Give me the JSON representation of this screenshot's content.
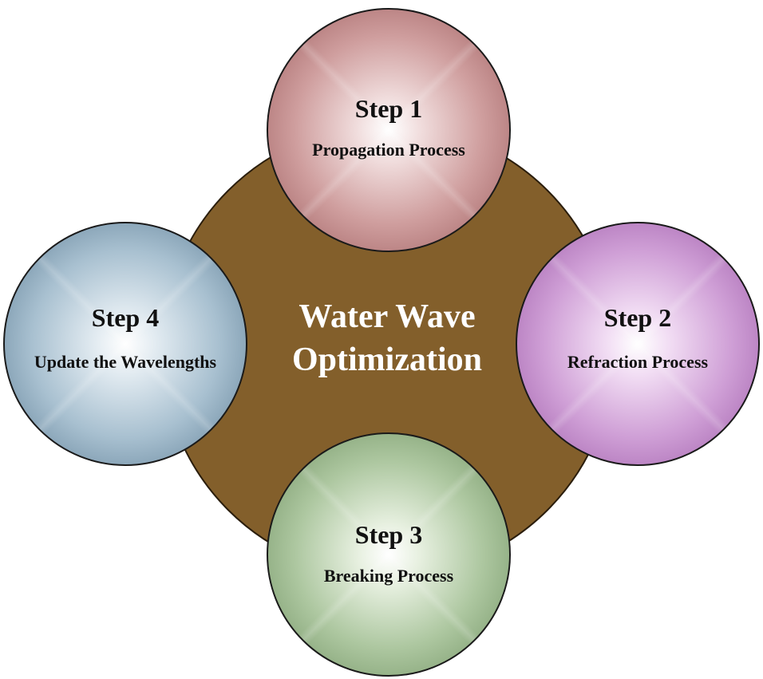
{
  "center": {
    "title_line1": "Water Wave",
    "title_line2": "Optimization"
  },
  "steps": [
    {
      "number": "Step 1",
      "label": "Propagation Process",
      "color": "#9b5a5b"
    },
    {
      "number": "Step 2",
      "label": "Refraction Process",
      "color": "#9b58a6"
    },
    {
      "number": "Step 3",
      "label": "Breaking Process",
      "color": "#6d8f5f"
    },
    {
      "number": "Step 4",
      "label": "Update the Wavelengths",
      "color": "#5a7b93"
    }
  ],
  "colors": {
    "center_disc": "#835f2b",
    "center_text": "#ffffff"
  }
}
